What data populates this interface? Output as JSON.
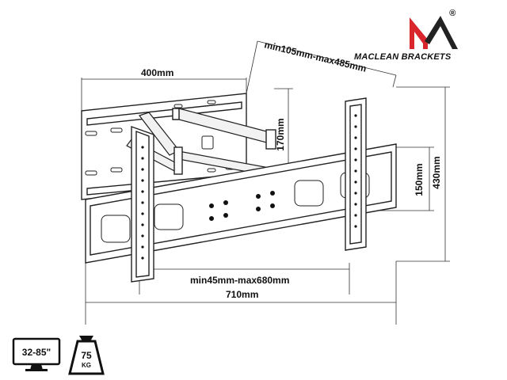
{
  "brand": {
    "name": "MACLEAN BRACKETS",
    "trademark": "®",
    "logo_icon": "m-letter-logo-icon",
    "colors": {
      "logo_red": "#d9262c",
      "logo_dark": "#222222"
    }
  },
  "dimensions": {
    "mount_width": "400mm",
    "arm_extension": "min105mm-max485mm",
    "arm_height": "170mm",
    "vesa_vertical": "150mm",
    "total_height": "430mm",
    "horizontal_adjust": "min45mm-max680mm",
    "total_width": "710mm"
  },
  "specs": {
    "screen_size": "32-85\"",
    "screen_icon": "monitor-icon",
    "max_load_value": "75",
    "max_load_unit": "KG",
    "load_icon": "weight-icon"
  }
}
